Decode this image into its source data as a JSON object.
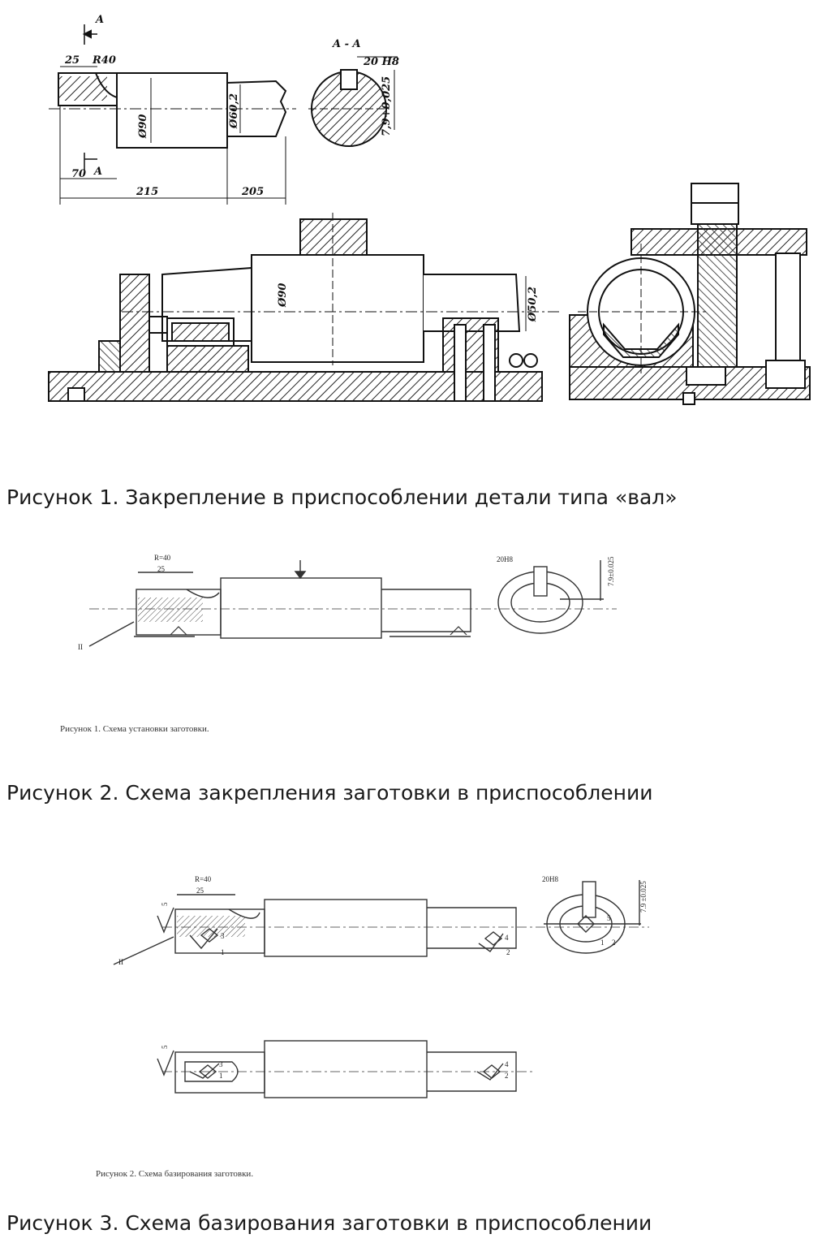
{
  "figure1": {
    "caption": "Рисунок 1. Закрепление в приспособлении детали типа «вал»",
    "labels": {
      "section_mark": "A",
      "section_title": "A - A",
      "dim_25": "25",
      "dim_r40": "R40",
      "dim_d90": "Ø90",
      "dim_d60": "Ø60,2",
      "dim_70": "70",
      "dim_215": "215",
      "dim_205": "205",
      "key_width": "20 H8",
      "key_depth": "7,9+0,025",
      "assembly_d90": "Ø90",
      "assembly_d50": "Ø50,2"
    }
  },
  "figure2": {
    "caption": "Рисунок 2. Схема закрепления заготовки в приспособлении",
    "subcaption": "Рисунок 1. Схема установки заготовки.",
    "labels": {
      "dim_r40": "R=40",
      "dim_25": "25",
      "key_width": "20H8",
      "key_depth": "7.9±0.025",
      "surface_mark": "II"
    }
  },
  "figure3": {
    "caption": "Рисунок 3. Схема базирования заготовки в приспособлении",
    "subcaption": "Рисунок 2. Схема базирования заготовки.",
    "labels": {
      "dim_r40": "R=40",
      "dim_25": "25",
      "key_width": "20H8",
      "key_depth": "7.9 ±0.025",
      "surface_mark": "II",
      "point_1": "1",
      "point_2": "2",
      "point_3": "3",
      "point_4": "4",
      "point_5": "5"
    }
  }
}
